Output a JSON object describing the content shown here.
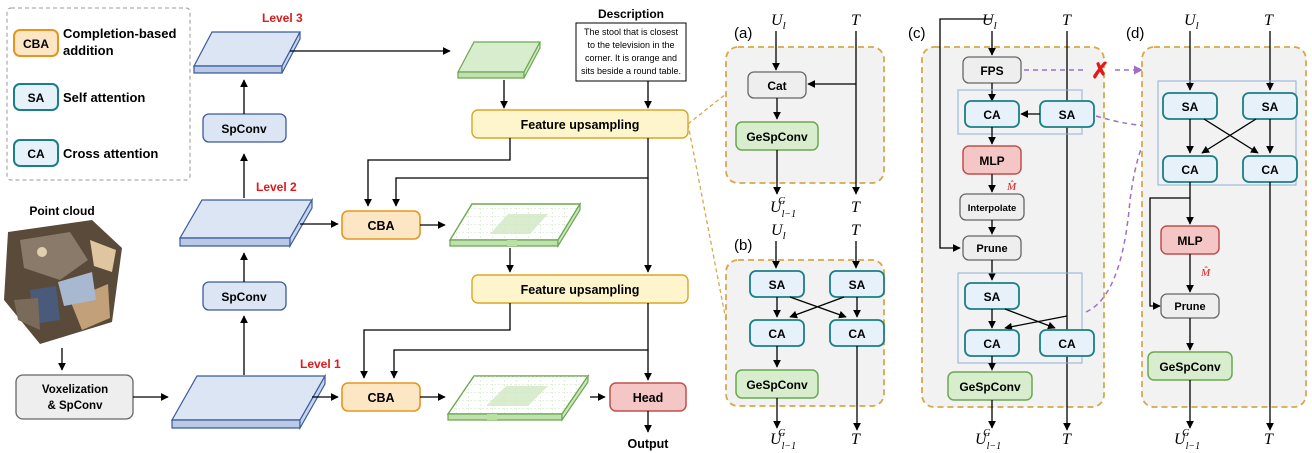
{
  "legend": {
    "items": [
      {
        "abbr": "CBA",
        "text_l1": "Completion-based",
        "text_l2": "addition"
      },
      {
        "abbr": "SA",
        "text_l1": "Self attention",
        "text_l2": ""
      },
      {
        "abbr": "CA",
        "text_l1": "Cross attention",
        "text_l2": ""
      }
    ]
  },
  "pipeline": {
    "point_cloud_label": "Point cloud",
    "voxel_l1": "Voxelization",
    "voxel_l2": "& SpConv",
    "spconv": "SpConv",
    "level1": "Level 1",
    "level2": "Level 2",
    "level3": "Level 3",
    "cba": "CBA",
    "feature_upsampling": "Feature upsampling",
    "head": "Head",
    "output": "Output",
    "description_title": "Description",
    "description_lines": [
      "The stool that is closest",
      "to the television in the",
      "corner. It is orange and",
      "sits beside a round table."
    ]
  },
  "panels": {
    "a": {
      "label": "(a)",
      "cat": "Cat",
      "gespconv": "GeSpConv"
    },
    "b": {
      "label": "(b)",
      "sa": "SA",
      "ca": "CA",
      "gespconv": "GeSpConv"
    },
    "c": {
      "label": "(c)",
      "fps": "FPS",
      "ca": "CA",
      "sa": "SA",
      "mlp": "MLP",
      "interpolate": "Interpolate",
      "prune": "Prune",
      "gespconv": "GeSpConv"
    },
    "d": {
      "label": "(d)",
      "sa": "SA",
      "ca": "CA",
      "mlp": "MLP",
      "prune": "Prune",
      "gespconv": "GeSpConv"
    },
    "sym": {
      "U": "U",
      "sub_l": "l",
      "sub_lm1": "l−1",
      "sup_G": "G",
      "T": "T",
      "Mhat": "M̂",
      "x_mark": "✗"
    }
  },
  "colors": {
    "blue_fill": "#dbe5f4",
    "blue_stroke": "#3a5a9a",
    "orange_fill": "#fde6c4",
    "orange_stroke": "#e6961e",
    "teal_fill": "#e6f1fa",
    "teal_stroke": "#1a7f86",
    "green_fill": "#d8ecce",
    "green_stroke": "#6aa84f",
    "red_fill": "#f4c6c6",
    "red_stroke": "#c0504d",
    "gray_fill": "#eeeeee",
    "gray_stroke": "#666666",
    "yellow_fill": "#fff5cc",
    "yellow_stroke": "#d9a627",
    "panel_fill": "#f2f2f2",
    "dash_orange": "#d6a84a",
    "purple": "#a070c8"
  }
}
